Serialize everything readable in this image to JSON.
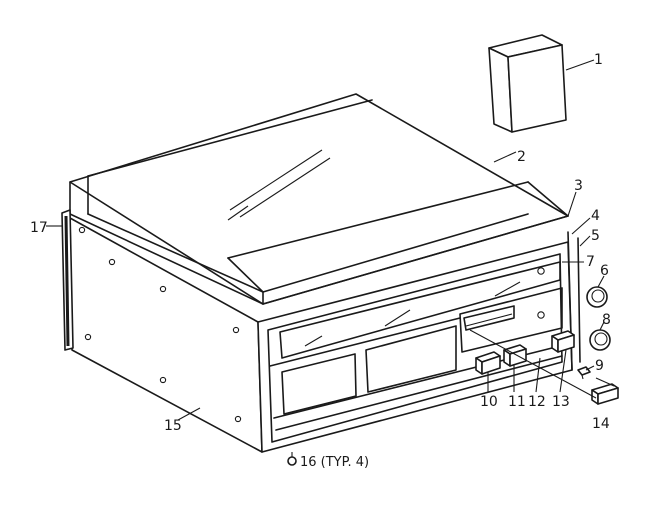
{
  "diagram": {
    "callouts": [
      {
        "id": "c1",
        "text": "1"
      },
      {
        "id": "c2",
        "text": "2"
      },
      {
        "id": "c3",
        "text": "3"
      },
      {
        "id": "c4",
        "text": "4"
      },
      {
        "id": "c5",
        "text": "5"
      },
      {
        "id": "c6",
        "text": "6"
      },
      {
        "id": "c7",
        "text": "7"
      },
      {
        "id": "c8",
        "text": "8"
      },
      {
        "id": "c9",
        "text": "9"
      },
      {
        "id": "c10",
        "text": "10"
      },
      {
        "id": "c11",
        "text": "11"
      },
      {
        "id": "c12",
        "text": "12"
      },
      {
        "id": "c13",
        "text": "13"
      },
      {
        "id": "c14",
        "text": "14"
      },
      {
        "id": "c15",
        "text": "15"
      },
      {
        "id": "c16",
        "text": "16 (TYP. 4)"
      },
      {
        "id": "c17",
        "text": "17"
      }
    ]
  }
}
